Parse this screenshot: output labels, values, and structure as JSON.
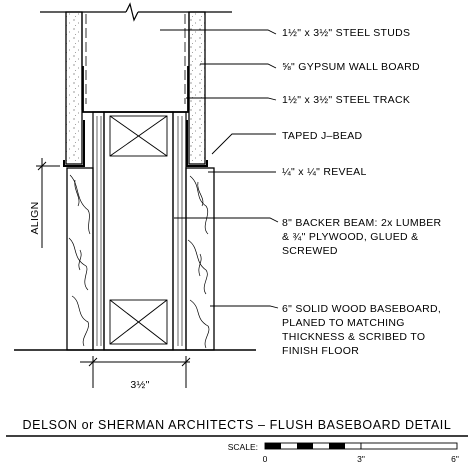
{
  "callouts": [
    "1½\" x 3½\" STEEL STUDS",
    "⅝\" GYPSUM WALL BOARD",
    "1½\" x 3½\" STEEL TRACK",
    "TAPED J–BEAD",
    "¼\" x ¼\" REVEAL",
    "8\" BACKER BEAM: 2x LUMBER",
    "& ¾\" PLYWOOD, GLUED &",
    "SCREWED",
    "6\" SOLID WOOD BASEBOARD,",
    "PLANED TO MATCHING",
    "THICKNESS & SCRIBED TO",
    "FINISH FLOOR"
  ],
  "align_label": "ALIGN",
  "dimension_label": "3½\"",
  "title": "DELSON or SHERMAN ARCHITECTS – FLUSH BASEBOARD DETAIL",
  "scale": {
    "label": "SCALE:",
    "ticks": [
      "0",
      "3\"",
      "6\""
    ]
  }
}
